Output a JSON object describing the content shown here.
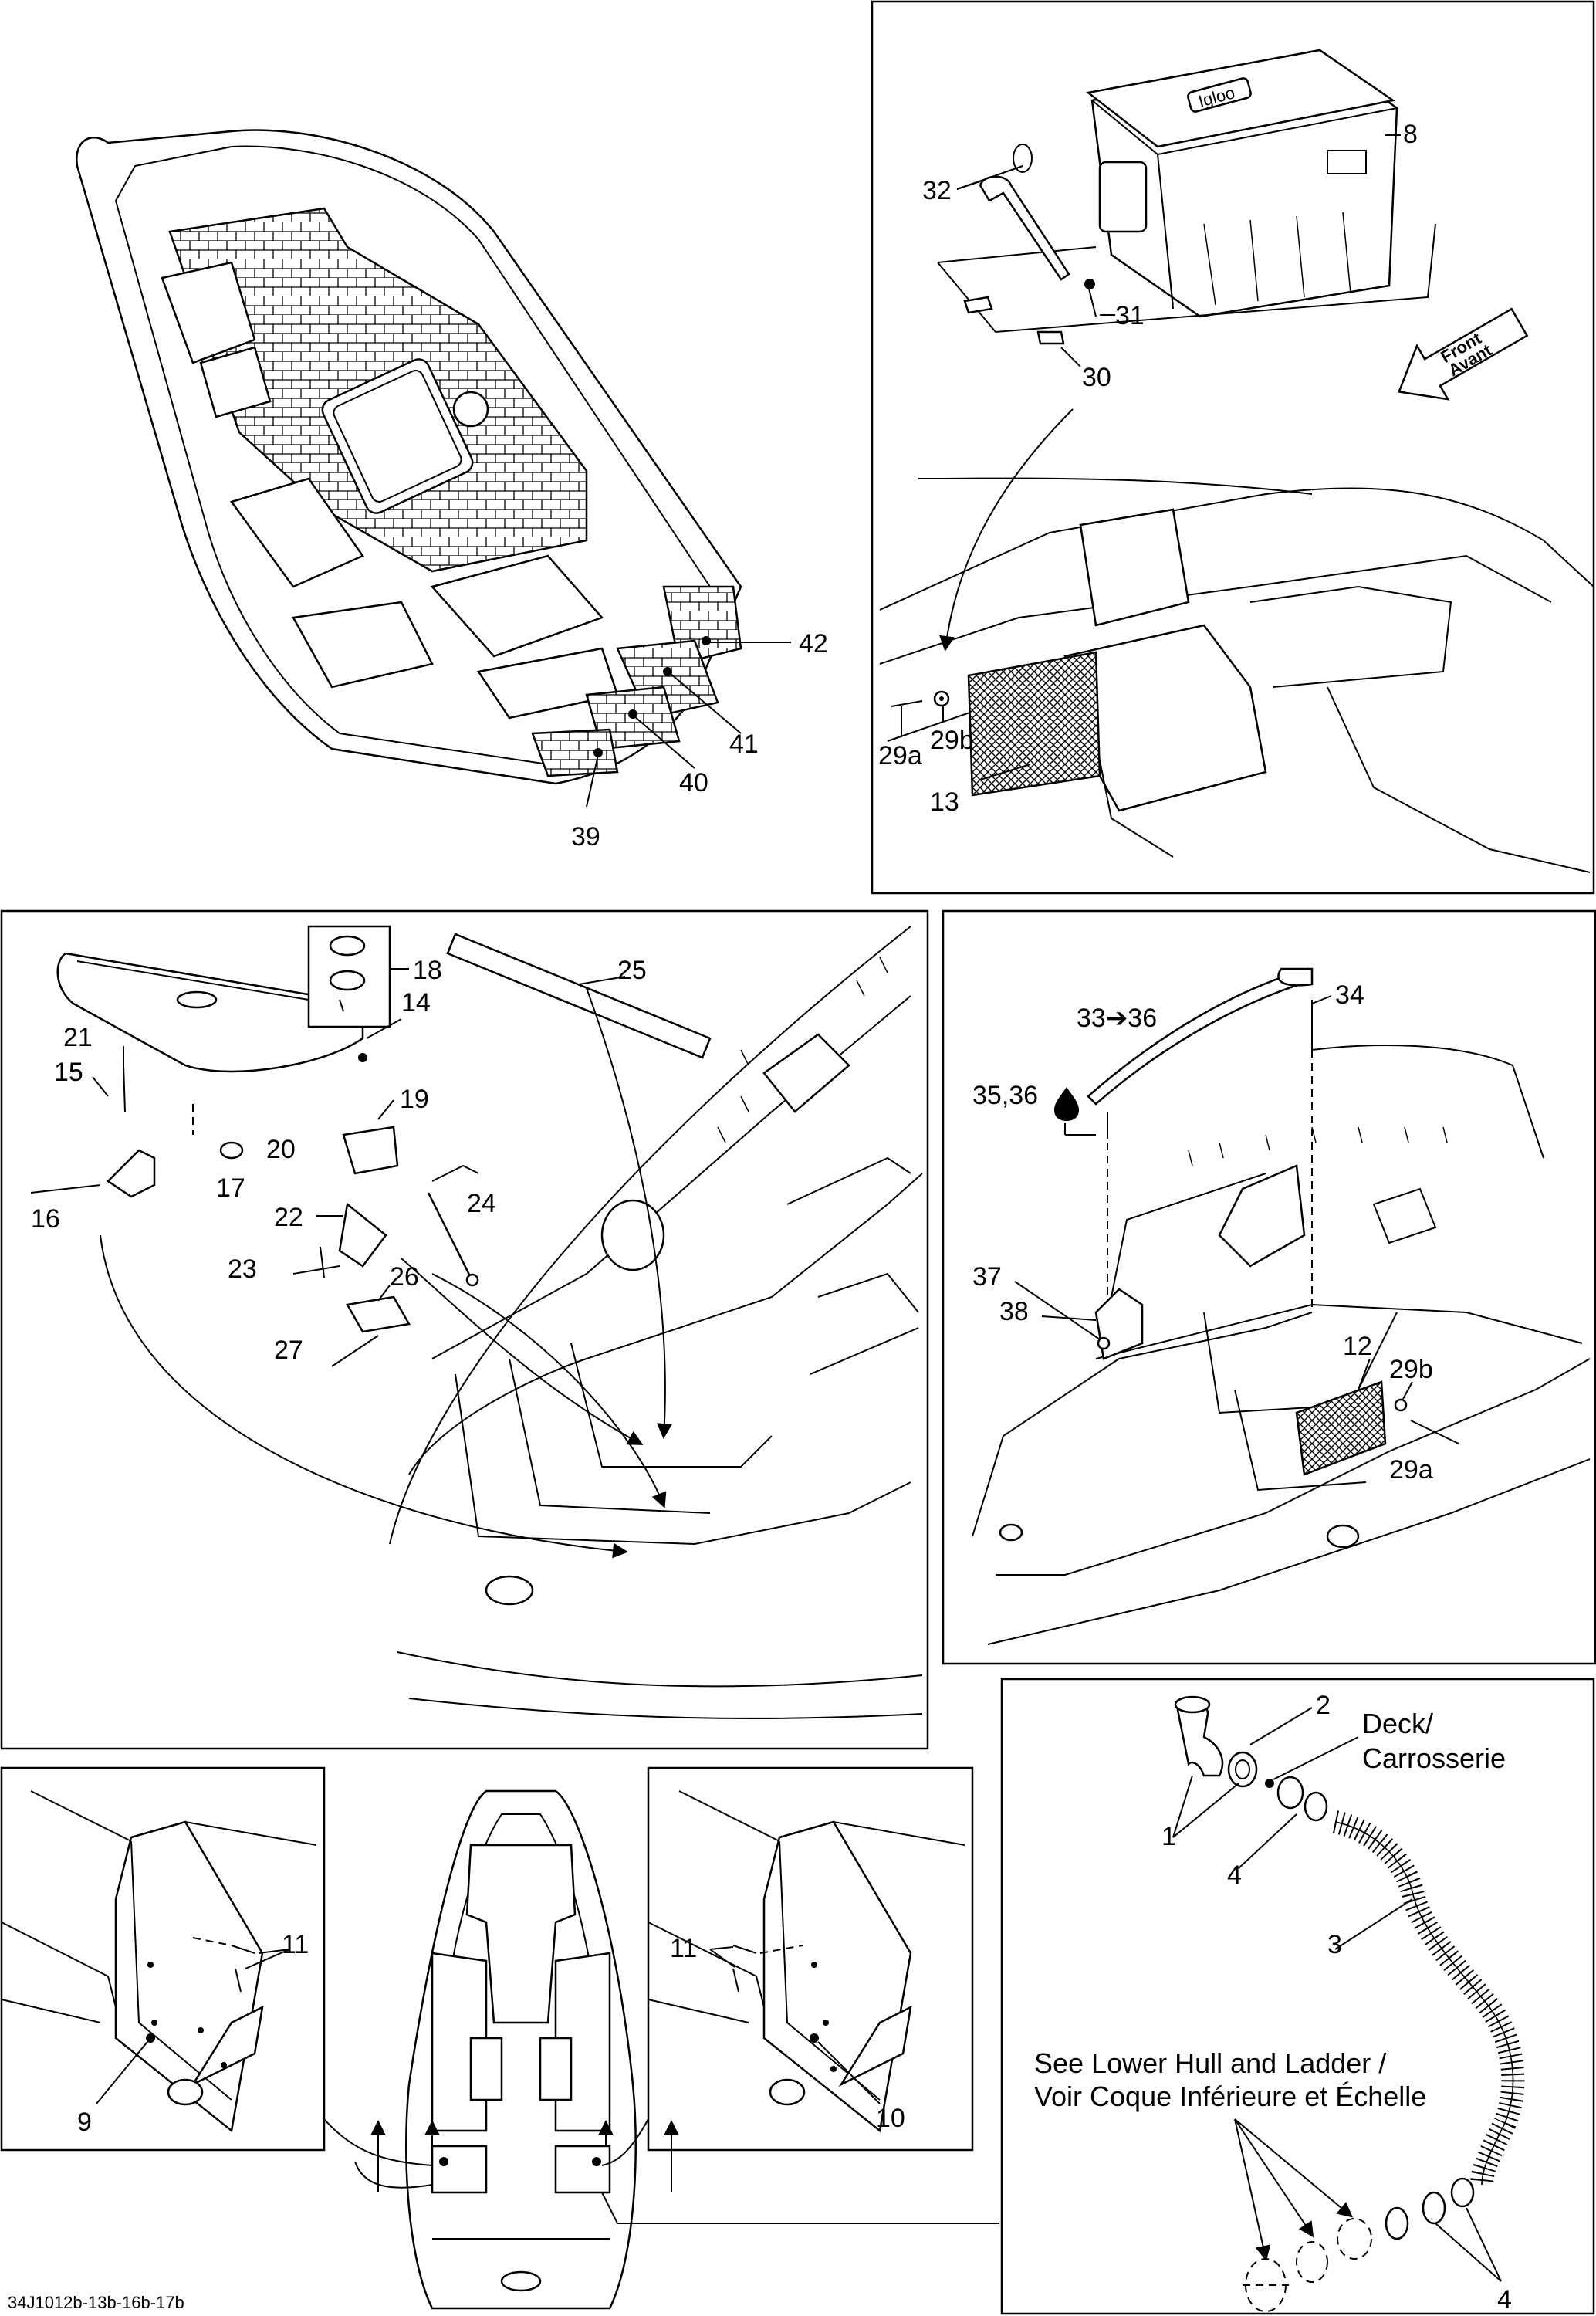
{
  "drawing_code": "34J1012b-13b-16b-17b",
  "front_arrow": {
    "line1": "Front",
    "line2": "Avant"
  },
  "deck_note": {
    "line1": "Deck/",
    "line2": "Carrosserie"
  },
  "hull_note": {
    "line1": "See Lower Hull and Ladder /",
    "line2": "Voir Coque Inférieure et Échelle"
  },
  "cooler_brand": "Igloo",
  "callouts": {
    "c1": "1",
    "c2": "2",
    "c3": "3",
    "c4a": "4",
    "c4b": "4",
    "c8": "8",
    "c9": "9",
    "c10": "10",
    "c11a": "11",
    "c11b": "11",
    "c12": "12",
    "c13": "13",
    "c14": "14",
    "c15": "15",
    "c16": "16",
    "c17": "17",
    "c18": "18",
    "c19": "19",
    "c20": "20",
    "c21": "21",
    "c22": "22",
    "c23": "23",
    "c24": "24",
    "c25": "25",
    "c26": "26",
    "c27": "27",
    "c29a1": "29a",
    "c29b1": "29b",
    "c29a2": "29a",
    "c29b2": "29b",
    "c30": "30",
    "c31": "31",
    "c32": "32",
    "c33": "33➔36",
    "c34": "34",
    "c35": "35,36",
    "c37": "37",
    "c38": "38",
    "c39": "39",
    "c40": "40",
    "c41": "41",
    "c42": "42"
  }
}
